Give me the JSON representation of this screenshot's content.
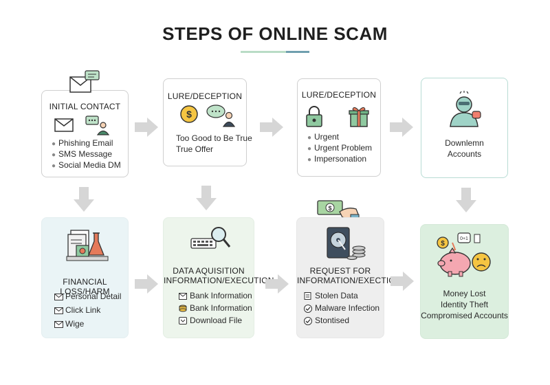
{
  "title": "STEPS OF ONLINE SCAM",
  "steps": [
    {
      "heading": "INITIAL CONTACT",
      "items": [
        "Phishing Email",
        "SMS Message",
        "Social Media DM"
      ]
    },
    {
      "heading": "LURE/DECEPTION",
      "text": [
        "Too Good to Be True",
        "True Offer"
      ]
    },
    {
      "heading": "LURE/DECEPTION",
      "items": [
        "Urgent",
        "Urgent Problem",
        "Impersonation"
      ]
    },
    {
      "text": [
        "Downlemn",
        "Accounts"
      ]
    },
    {
      "heading": "FINANCIAL LOSS/HARM",
      "items": [
        "Personal Detail",
        "Click Link",
        "Wige"
      ]
    },
    {
      "heading_lines": [
        "DATA AQUISITION",
        "INFORMATION/EXECUTION"
      ],
      "items": [
        "Bank Information",
        "Bank Information",
        "Download File"
      ]
    },
    {
      "heading_lines": [
        "REQUEST FOR",
        "INFORMATION/EXECTION"
      ],
      "items": [
        "Stolen Data",
        "Malware Infection",
        "Stontised"
      ]
    },
    {
      "text": [
        "Money Lost",
        "Identity Theft",
        "Compromised Accounts"
      ]
    }
  ],
  "icons": {
    "step1": [
      "envelope-icon",
      "chat-user-icon"
    ],
    "step2": [
      "dollar-coin-icon",
      "speech-bubble-person-icon"
    ],
    "step3": [
      "padlock-icon",
      "gift-box-icon"
    ],
    "step4": [
      "hooded-hacker-icon"
    ],
    "step5": [
      "documents-flask-icon"
    ],
    "step6": [
      "keyboard-magnifier-icon"
    ],
    "step7": [
      "hard-drive-coins-icon",
      "cash-hand-icon"
    ],
    "step8": [
      "piggy-bank-sad-face-icon"
    ]
  },
  "colors": {
    "accent_green": "#b9dcc6",
    "accent_blue": "#6f9fae",
    "arrow": "#d2d2d2",
    "card_border": "#cfcfcf"
  }
}
